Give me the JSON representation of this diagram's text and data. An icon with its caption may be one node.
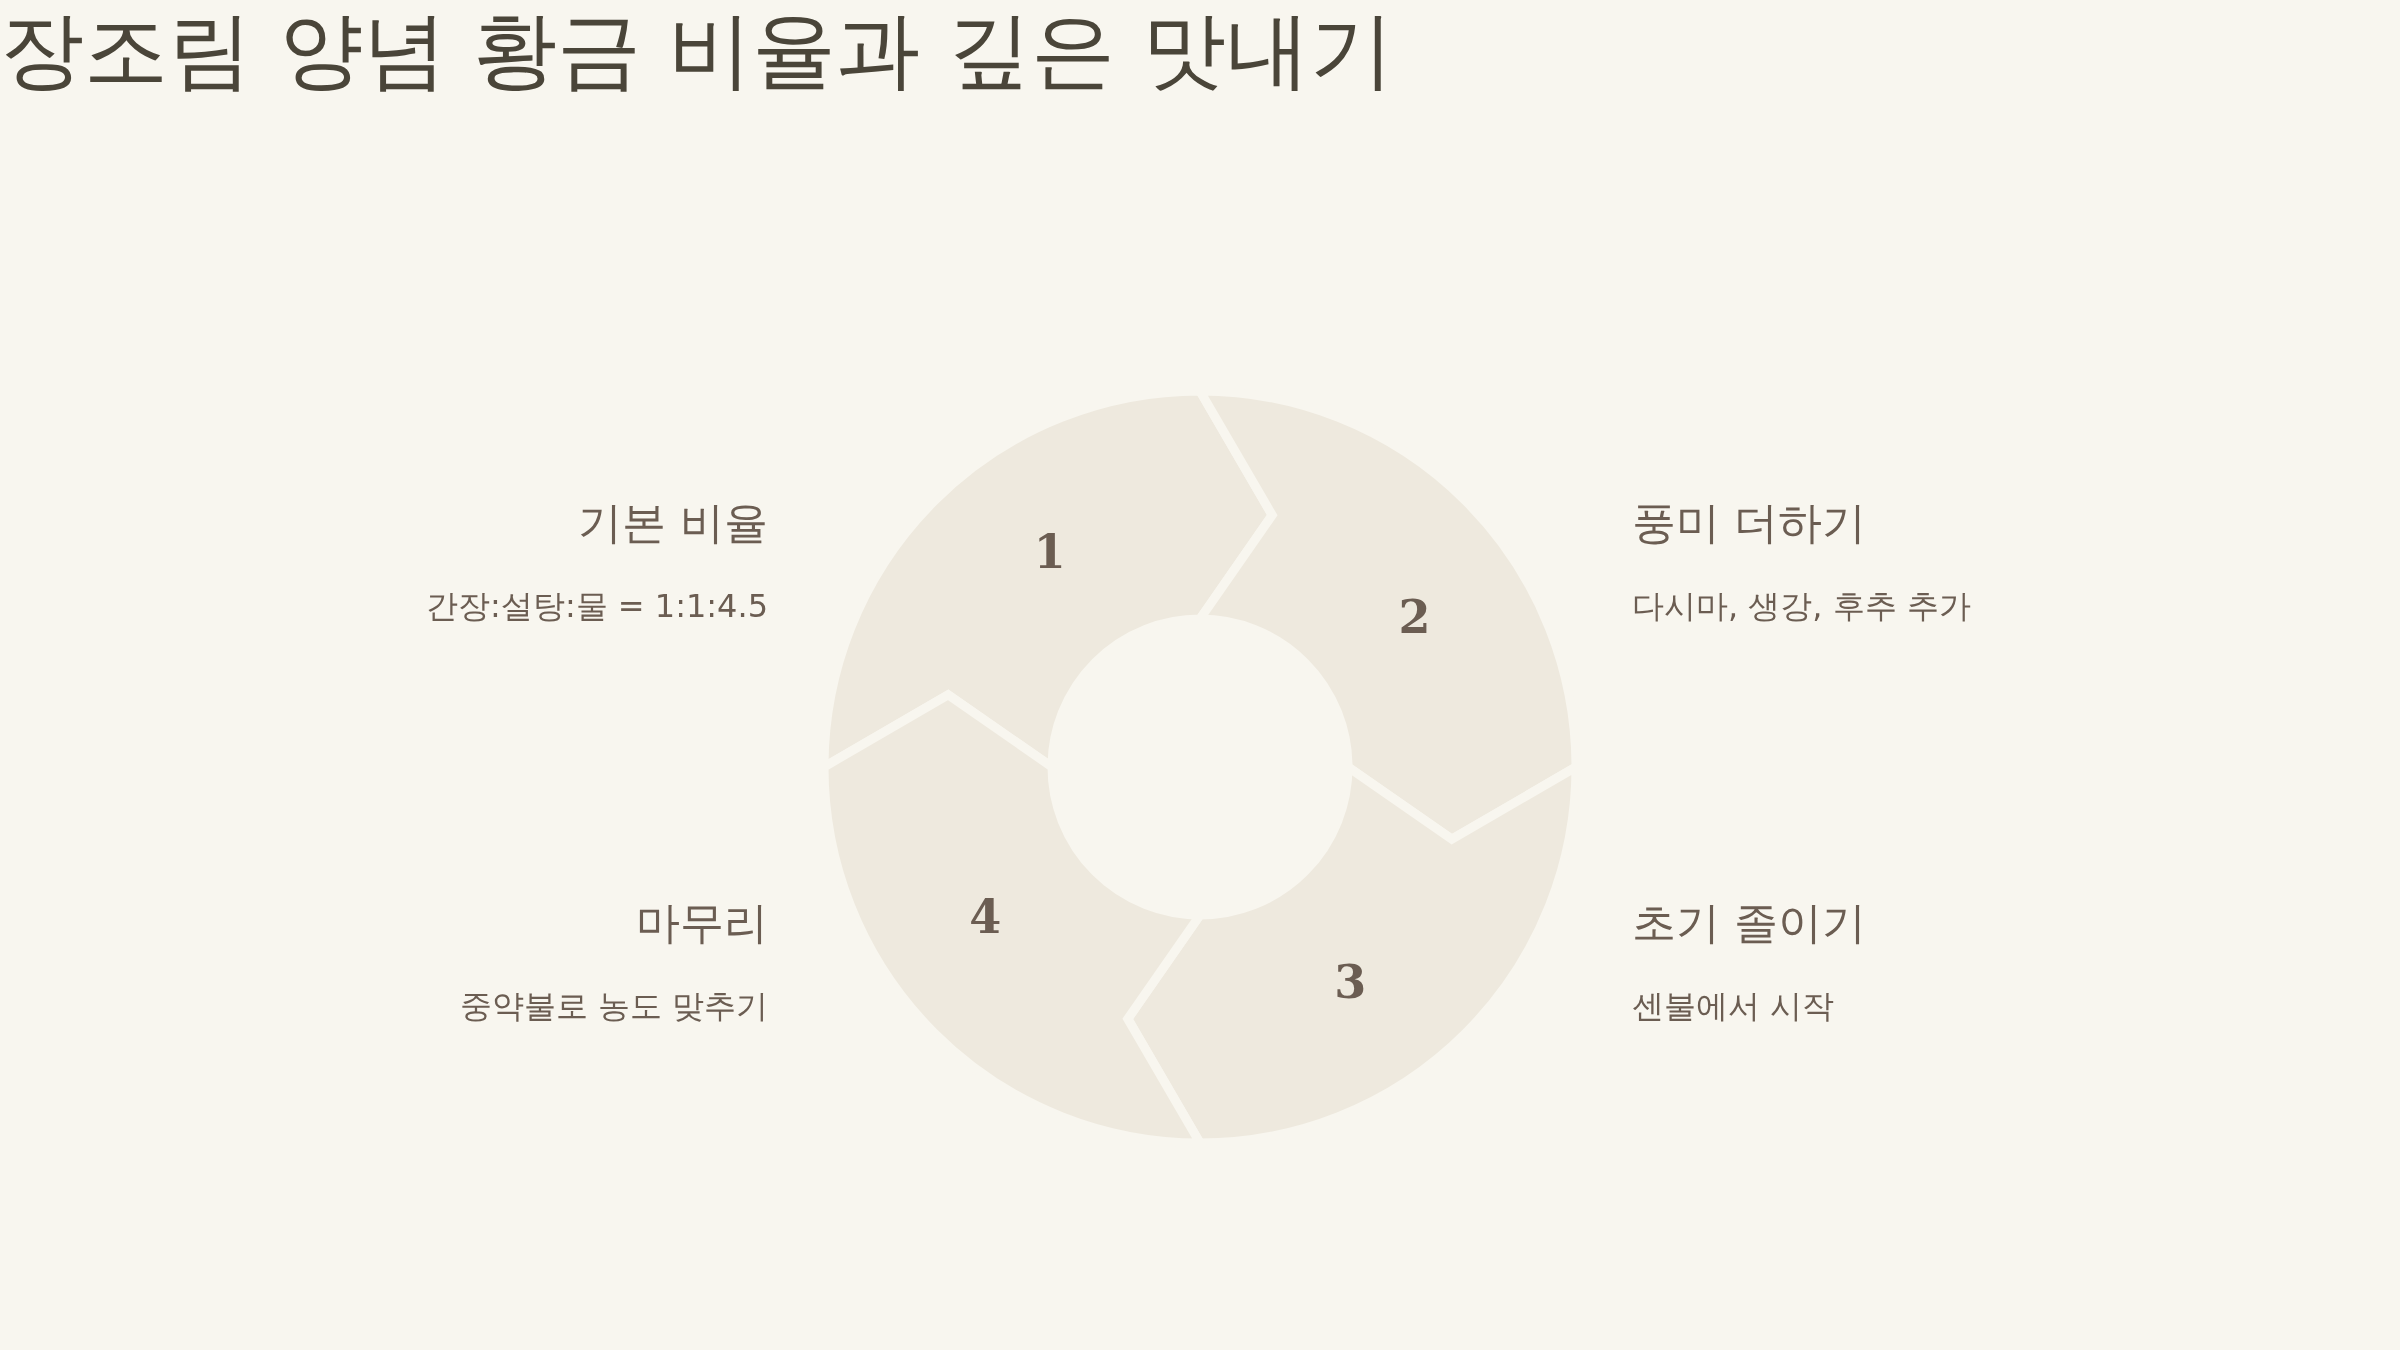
{
  "diagram": {
    "title": "장조림 양념 황금 비율과 깊은 맛내기",
    "nodes": [
      {
        "text": [
          "1"
        ],
        "beside": [
          "기본 비율",
          "간장:설탕:물 = 1:1:4.5"
        ]
      },
      {
        "text": [
          "2"
        ],
        "beside": [
          "풍미 더하기",
          "다시마, 생강, 후추 추가"
        ]
      },
      {
        "text": [
          "3"
        ],
        "beside": [
          "초기 졸이기",
          "센불에서 시작"
        ]
      },
      {
        "text": [
          "4"
        ],
        "beside": [
          "마무리",
          "중약불로 농도 맞추기"
        ]
      }
    ]
  }
}
